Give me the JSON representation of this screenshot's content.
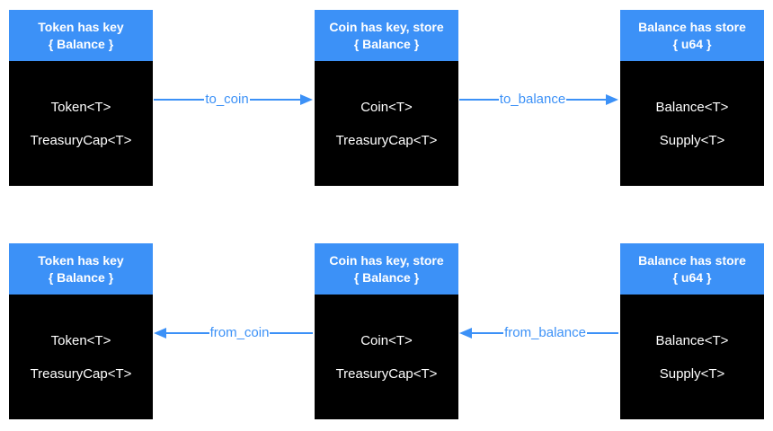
{
  "colors": {
    "accent": "#3C91F7",
    "node_body": "#000000",
    "node_text": "#FFFFFF",
    "canvas_bg": "#FFFFFF"
  },
  "rows": [
    {
      "boxes": [
        {
          "header": [
            "Token has key",
            "{ Balance }"
          ],
          "items": [
            "Token<T>",
            "TreasuryCap<T>"
          ]
        },
        {
          "header": [
            "Coin has key, store",
            "{ Balance }"
          ],
          "items": [
            "Coin<T>",
            "TreasuryCap<T>"
          ]
        },
        {
          "header": [
            "Balance has store",
            "{ u64 }"
          ],
          "items": [
            "Balance<T>",
            "Supply<T>"
          ]
        }
      ],
      "arrows": [
        {
          "label": "to_coin",
          "direction": "right"
        },
        {
          "label": "to_balance",
          "direction": "right"
        }
      ]
    },
    {
      "boxes": [
        {
          "header": [
            "Token has key",
            "{ Balance }"
          ],
          "items": [
            "Token<T>",
            "TreasuryCap<T>"
          ]
        },
        {
          "header": [
            "Coin has key, store",
            "{ Balance }"
          ],
          "items": [
            "Coin<T>",
            "TreasuryCap<T>"
          ]
        },
        {
          "header": [
            "Balance has store",
            "{ u64 }"
          ],
          "items": [
            "Balance<T>",
            "Supply<T>"
          ]
        }
      ],
      "arrows": [
        {
          "label": "from_coin",
          "direction": "left"
        },
        {
          "label": "from_balance",
          "direction": "left"
        }
      ]
    }
  ]
}
